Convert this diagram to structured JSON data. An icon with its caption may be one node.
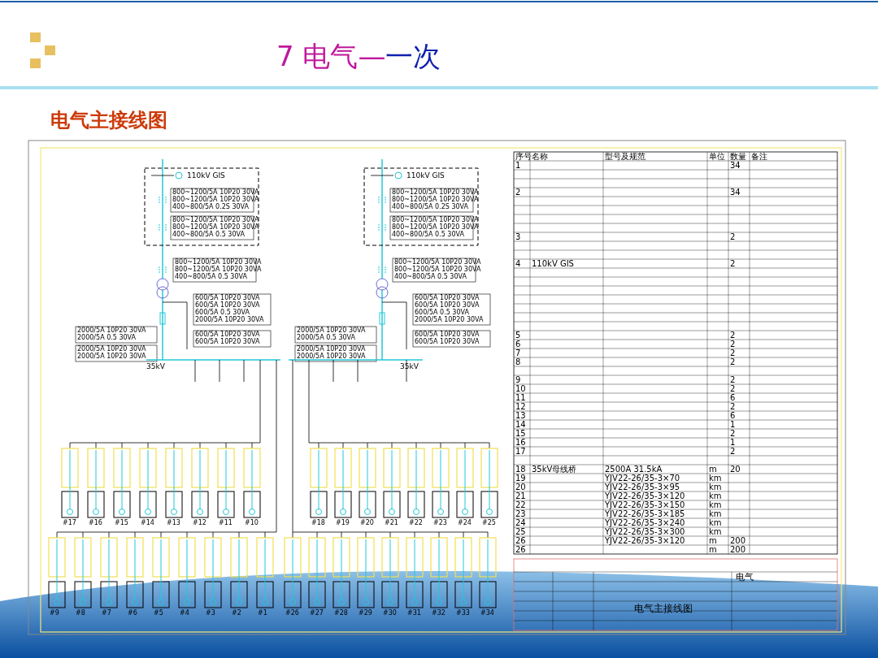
{
  "diagram": {
    "title": "7 电气—一次",
    "labels": [
      "电气主接线图",
      "110kV GIS",
      "800~1200/5A 10P20 30VA",
      "800~1200/5A 10P20 30VA",
      "400~800/5A 0.2S 30VA",
      "800~1200/5A 10P20 30VA",
      "800~1200/5A 10P20 30VA",
      "400~800/5A 0.5 30VA",
      "800~1200/5A 10P20 30VA",
      "800~1200/5A 10P20 30VA",
      "400~800/5A 0.5 30VA",
      "600/5A 10P20 30VA",
      "600/5A 10P20 30VA",
      "600/5A 0.5 30VA",
      "2000/5A 10P20 30VA",
      "2000/5A 10P20 30VA",
      "2000/5A 0.5 30VA",
      "2000/5A 10P20 30VA",
      "2000/5A 10P20 30VA",
      "600/5A 10P20 30VA",
      "600/5A 10P20 30VA",
      "35kV",
      "110kV GIS",
      "800~1200/5A 10P20 30VA",
      "800~1200/5A 10P20 30VA",
      "400~800/5A 0.2S 30VA",
      "800~1200/5A 10P20 30VA",
      "800~1200/5A 10P20 30VA",
      "400~800/5A 0.5 30VA",
      "800~1200/5A 10P20 30VA",
      "800~1200/5A 10P20 30VA",
      "400~800/5A 0.5 30VA",
      "600/5A 10P20 30VA",
      "600/5A 10P20 30VA",
      "600/5A 0.5 30VA",
      "2000/5A 10P20 30VA",
      "2000/5A 10P20 30VA",
      "2000/5A 0.5 30VA",
      "2000/5A 10P20 30VA",
      "2000/5A 10P20 30VA",
      "600/5A 10P20 30VA",
      "600/5A 10P20 30VA",
      "35kV",
      "#17",
      "#16",
      "#15",
      "#14",
      "#13",
      "#12",
      "#11",
      "#10",
      "#18",
      "#19",
      "#20",
      "#21",
      "#22",
      "#23",
      "#24",
      "#25",
      "#9",
      "#8",
      "#7",
      "#6",
      "#5",
      "#4",
      "#3",
      "#2",
      "#1",
      "#26",
      "#27",
      "#28",
      "#29",
      "#30",
      "#31",
      "#32",
      "#33",
      "#34",
      "序号",
      "名称",
      "型号及规范",
      "单位",
      "数量",
      "备注",
      "1",
      "34",
      "2",
      "34",
      "3",
      "2",
      "4",
      "110kV GIS",
      "2",
      "5",
      "2",
      "6",
      "2",
      "7",
      "2",
      "8",
      "2",
      "9",
      "2",
      "10",
      "2",
      "11",
      "6",
      "12",
      "2",
      "13",
      "6",
      "14",
      "1",
      "15",
      "2",
      "16",
      "1",
      "17",
      "2",
      "18",
      "35kV母线桥",
      "2500A 31.5kA",
      "m",
      "20",
      "19",
      "YJV22-26/35-3×70",
      "km",
      "20",
      "YJV22-26/35-3×95",
      "km",
      "21",
      "YJV22-26/35-3×120",
      "km",
      "22",
      "YJV22-26/35-3×150",
      "km",
      "23",
      "YJV22-26/35-3×185",
      "km",
      "24",
      "YJV22-26/35-3×240",
      "km",
      "25",
      "YJV22-26/35-3×300",
      "km",
      "26",
      "YJV22-26/35-3×120",
      "m",
      "200",
      "26",
      "m",
      "200",
      "电气",
      "电气主接线图"
    ]
  }
}
